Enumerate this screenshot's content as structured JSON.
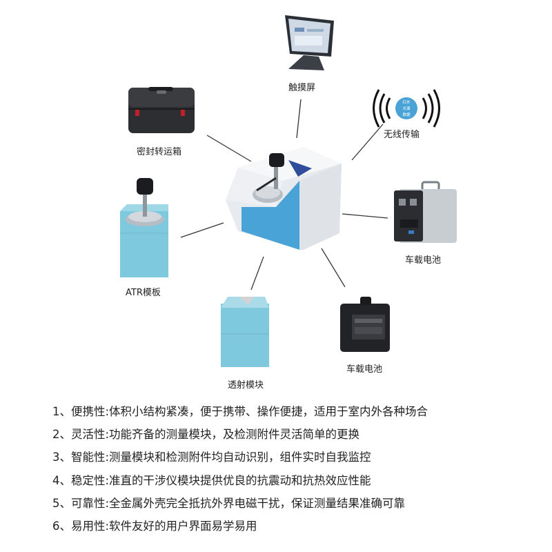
{
  "devices": {
    "touchscreen": "触摸屏",
    "case": "密封转运箱",
    "wireless": "无线传输",
    "battery_station": "车载电池",
    "atr": "ATR模板",
    "transmission": "透射模块",
    "battery_pack": "车载电池"
  },
  "wireless_icon_lines": [
    "红外",
    "光谱",
    "数据"
  ],
  "features": [
    "1、便携性:体积小结构紧凑，便于携带、操作便捷，适用于室内外各种场合",
    "2、灵活性:功能齐备的测量模块，及检测附件灵活简单的更换",
    "3、智能性:测量模块和检测附件均自动识别，组件实时自我监控",
    "4、稳定性:准直的干涉仪模块提供优良的抗震动和抗热效应性能",
    "5、可靠性:全金属外壳完全抵抗外界电磁干扰，保证测量结果准确可靠",
    "6、易用性:软件友好的用户界面易学易用"
  ],
  "colors": {
    "accent_blue": "#4aa3d6",
    "module_cyan": "#7fc9de",
    "text": "#222222"
  }
}
